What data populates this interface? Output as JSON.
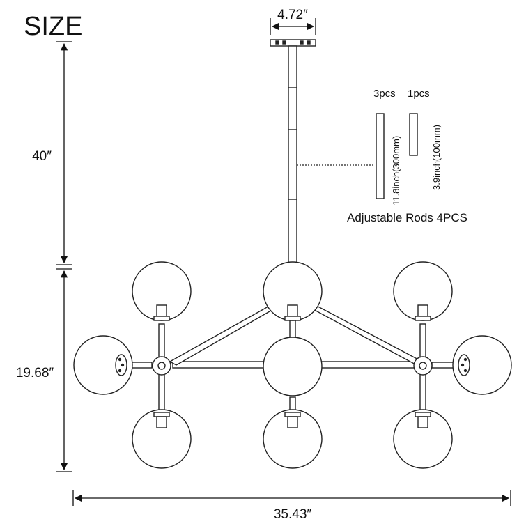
{
  "title": "SIZE",
  "dimensions": {
    "canopy_width": "4.72″",
    "drop_height": "40″",
    "fixture_height": "19.68″",
    "fixture_width": "35.43″"
  },
  "rods": {
    "count_long": "3pcs",
    "count_short": "1pcs",
    "long_rod_label": "11.8inch(300mm)",
    "short_rod_label": "3.9inch(100mm)",
    "caption": "Adjustable Rods 4PCS"
  }
}
